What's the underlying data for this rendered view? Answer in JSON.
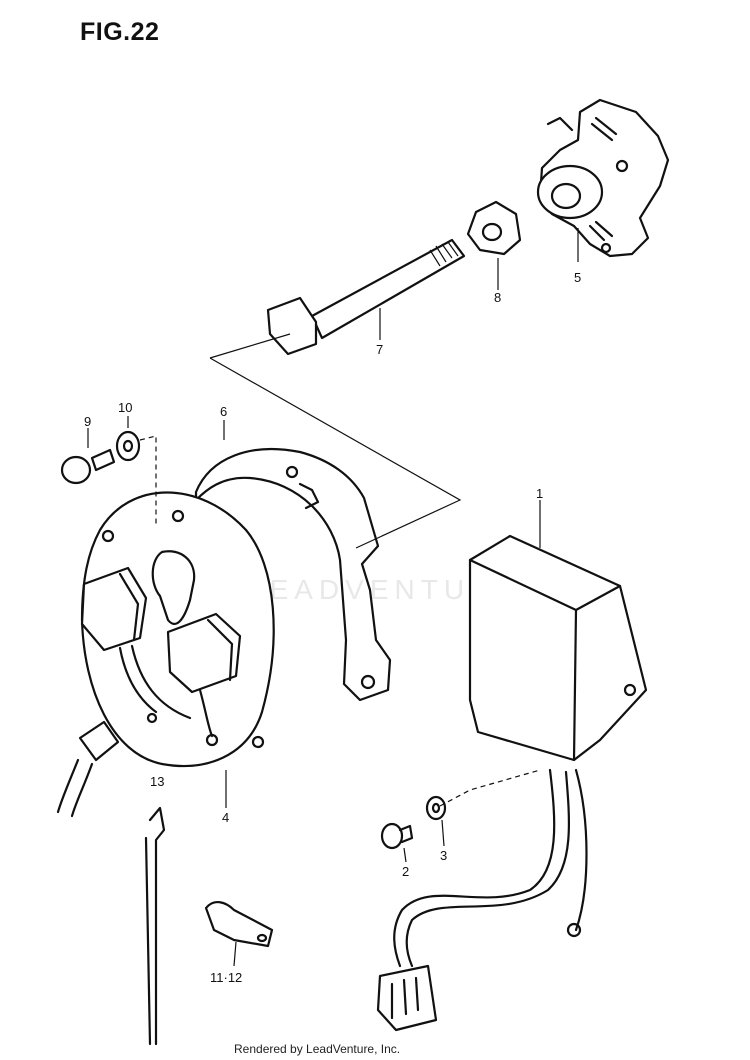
{
  "figure": {
    "title": "FIG.22"
  },
  "callouts": [
    {
      "id": "1",
      "text": "1"
    },
    {
      "id": "2",
      "text": "2"
    },
    {
      "id": "3",
      "text": "3"
    },
    {
      "id": "4",
      "text": "4"
    },
    {
      "id": "5",
      "text": "5"
    },
    {
      "id": "6",
      "text": "6"
    },
    {
      "id": "7",
      "text": "7"
    },
    {
      "id": "8",
      "text": "8"
    },
    {
      "id": "9",
      "text": "9"
    },
    {
      "id": "10",
      "text": "10"
    },
    {
      "id": "11-12",
      "text": "11·12"
    },
    {
      "id": "13",
      "text": "13"
    }
  ],
  "watermark": "LEADVENTURE",
  "credit": "Rendered by LeadVenture, Inc."
}
